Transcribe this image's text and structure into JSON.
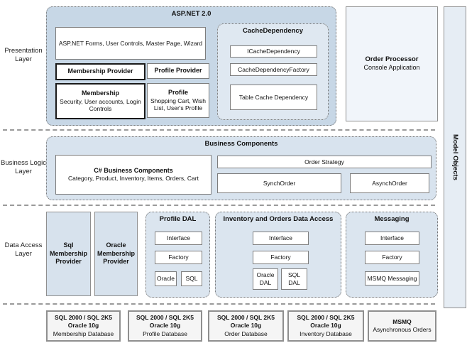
{
  "colors": {
    "aspnet_container_fill": "#c7d7e6",
    "inner_group_fill": "#dfe8f1",
    "business_container_fill": "#d8e3ee",
    "dal_group_fill": "#dbe5ef",
    "provider_box_fill": "#d7e2ed",
    "light_panel_fill": "#f1f5fa",
    "model_objects_fill": "#e6edf4",
    "database_box_fill": "#f5f5f5",
    "box_border": "#7d7d7d"
  },
  "layer_labels": {
    "presentation": {
      "line1": "Presentation",
      "line2": "Layer"
    },
    "business": {
      "line1": "Business Logic",
      "line2": "Layer"
    },
    "data_access": {
      "line1": "Data Access",
      "line2": "Layer"
    }
  },
  "presentation": {
    "container_title": "ASP.NET 2.0",
    "forms_box": "ASP.NET Forms, User Controls, Master Page, Wizard",
    "membership_provider": "Membership Provider",
    "profile_provider": "Profile Provider",
    "membership": {
      "title": "Membership",
      "subtitle": "Security, User accounts, Login Controls"
    },
    "profile": {
      "title": "Profile",
      "subtitle": "Shopping Cart, Wish List, User's Profile"
    },
    "cache": {
      "title": "CacheDependency",
      "item1": "ICacheDependency",
      "item2": "CacheDependencyFactory",
      "item3": "Table Cache Dependency"
    },
    "order_processor": {
      "title": "Order Processor",
      "subtitle": "Console Application"
    },
    "model_objects": "Model Objects"
  },
  "business": {
    "container_title": "Business Components",
    "csharp": {
      "title": "C# Business Components",
      "subtitle": "Category, Product, Inventory, Items, Orders, Cart"
    },
    "order_strategy": "Order Strategy",
    "synch_order": "SynchOrder",
    "asynch_order": "AsynchOrder"
  },
  "data_access": {
    "sql_membership_provider": "Sql Membership Provider",
    "oracle_membership_provider": "Oracle Membership Provider",
    "profile_dal": {
      "title": "Profile DAL",
      "interface": "Interface",
      "factory": "Factory",
      "oracle": "Oracle",
      "sql": "SQL"
    },
    "inventory_orders": {
      "title": "Inventory and Orders Data Access",
      "interface": "Interface",
      "factory": "Factory",
      "oracle_dal": "Oracle DAL",
      "sql_dal": "SQL DAL"
    },
    "messaging": {
      "title": "Messaging",
      "interface": "Interface",
      "factory": "Factory",
      "msmq": "MSMQ Messaging"
    }
  },
  "databases": [
    {
      "line1": "SQL 2000 / SQL 2K5",
      "line2": "Oracle 10g",
      "line3": "Membership Database"
    },
    {
      "line1": "SQL 2000 / SQL 2K5",
      "line2": "Oracle 10g",
      "line3": "Profile Database"
    },
    {
      "line1": "SQL 2000 / SQL 2K5",
      "line2": "Oracle 10g",
      "line3": "Order Database"
    },
    {
      "line1": "SQL 2000 / SQL 2K5",
      "line2": "Oracle 10g",
      "line3": "Inventory Database"
    }
  ],
  "msmq_box": {
    "title": "MSMQ",
    "subtitle": "Asynchronous Orders"
  }
}
